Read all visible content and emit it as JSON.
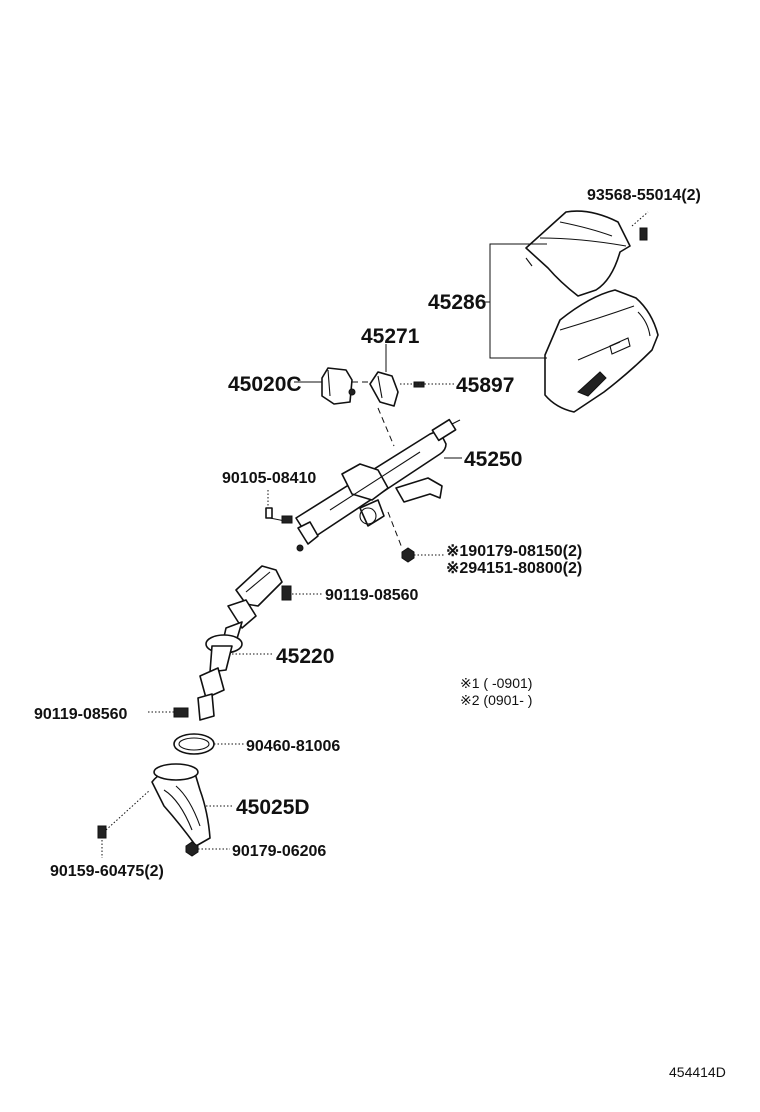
{
  "labels": {
    "p93568": "93568-55014(2)",
    "p45286": "45286",
    "p45271": "45271",
    "p45020C": "45020C",
    "p45897": "45897",
    "p45250": "45250",
    "p90105": "90105-08410",
    "n190179": "※190179-08150(2)",
    "n294151": "※294151-80800(2)",
    "p90119a": "90119-08560",
    "p45220": "45220",
    "p90119b": "90119-08560",
    "p90460": "90460-81006",
    "p45025D": "45025D",
    "p90179": "90179-06206",
    "p90159": "90159-60475(2)",
    "note1": "※1 (    -0901)",
    "note2": "※2 (0901-    )",
    "diagram_code": "454414D"
  },
  "colors": {
    "line": "#111111",
    "background": "#ffffff"
  }
}
